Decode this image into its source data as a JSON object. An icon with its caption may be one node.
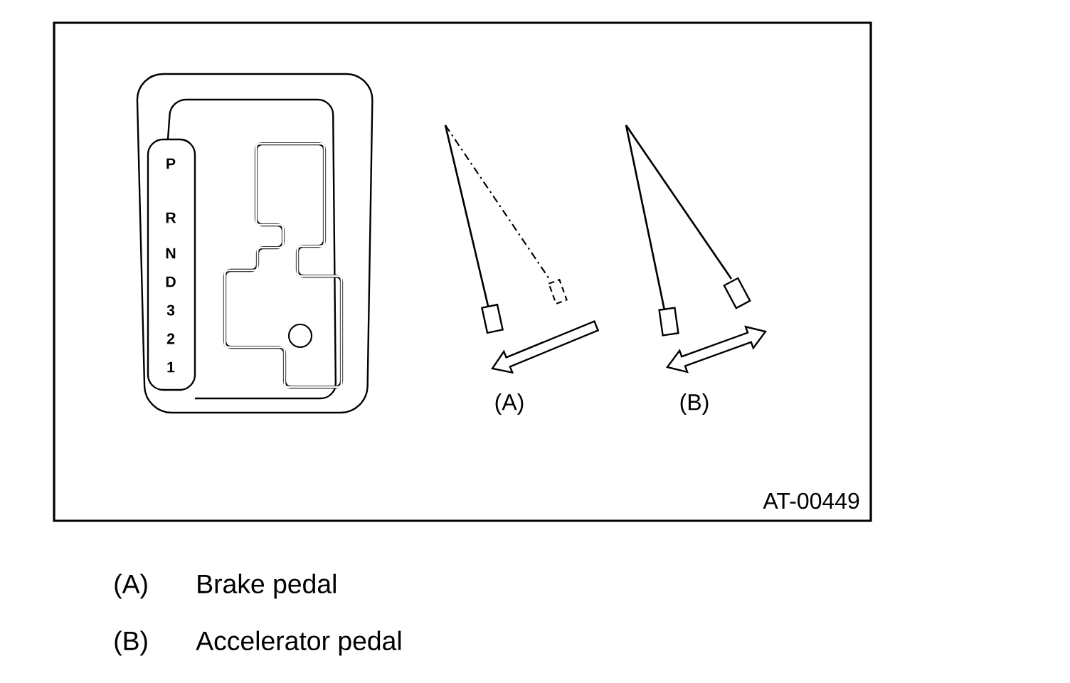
{
  "diagram": {
    "labels": [
      "P",
      "R",
      "N",
      "D",
      "3",
      "2",
      "1",
      "(A)",
      "(B)",
      "AT-00449",
      "(A)",
      "Brake pedal",
      "(B)",
      "Accelerator pedal"
    ]
  }
}
